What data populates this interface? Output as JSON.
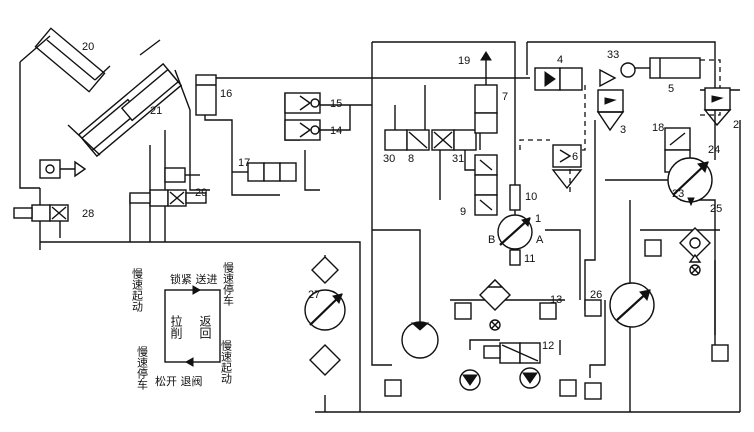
{
  "labels": {
    "n1": "1",
    "n2": "2",
    "n3": "3",
    "n4": "4",
    "n5": "5",
    "n6": "6",
    "n7": "7",
    "n8": "8",
    "n9": "9",
    "n10": "10",
    "n11": "11",
    "n12": "12",
    "n13": "13",
    "n14": "14",
    "n15": "15",
    "n16": "16",
    "n17": "17",
    "n18": "18",
    "n19": "19",
    "n20": "20",
    "n21": "21",
    "n23": "23",
    "n24": "24",
    "n25": "25",
    "n26": "26",
    "n27": "27",
    "n28": "28",
    "n29": "29",
    "n30": "30",
    "n31": "31",
    "n33": "33",
    "portA": "A",
    "portB": "B"
  },
  "cycle": {
    "top": "锁紧 送进",
    "top_left": "慢速起动",
    "top_right": "慢速停车",
    "center_left": "拉削",
    "center_right": "返回",
    "bottom_left": "慢速停车",
    "bottom_right": "慢速起动",
    "bottom": "松开 退阀"
  }
}
